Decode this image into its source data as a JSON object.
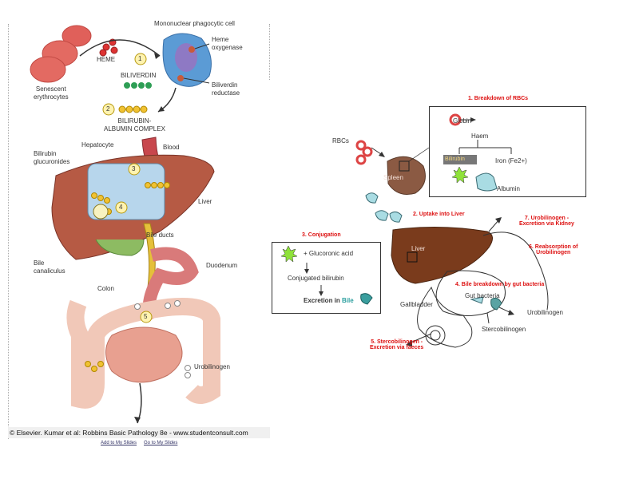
{
  "left": {
    "mononuclear": "Mononuclear phagocytic cell",
    "heme_oxygenase": "Heme\noxygenase",
    "heme": "HEME",
    "step1": "1",
    "biliverdin": "BILIVERDIN",
    "senescent": "Senescent\nerythrocytes",
    "biliverdin_reductase": "Biliverdin\nreductase",
    "step2": "2",
    "bilirubin_albumin": "BILIRUBIN-\nALBUMIN COMPLEX",
    "hepatocyte": "Hepatocyte",
    "blood": "Blood",
    "bilirubin_glucuronides": "Bilirubin\nglucuronides",
    "step3": "3",
    "step4": "4",
    "liver": "Liver",
    "bile_ducts": "Bile ducts",
    "bile_canaliculus": "Bile\ncanaliculus",
    "duodenum": "Duodenum",
    "colon": "Colon",
    "step5": "5",
    "urobilinogen": "Urobilinogen",
    "copyright": "© Elsevier. Kumar et al: Robbins Basic Pathology 8e - www.studentconsult.com",
    "link_add": "Add to My Slides",
    "link_go": "Go to My Slides"
  },
  "right": {
    "title1": "1. Breakdown of RBCs",
    "globin": "Globin",
    "haem": "Haem",
    "bilirubin": "Bilirubin",
    "iron": "Iron (Fe2+)",
    "albumin": "Albumin",
    "rbcs": "RBCs",
    "spleen": "Spleen",
    "title2": "2. Uptake into Liver",
    "title7": "7. Urobilinogen -\nExcretion via Kidney",
    "title3": "3. Conjugation",
    "glucoronic": "+  Glucoronic acid",
    "conjugated": "Conjugated bilirubin",
    "excretion_in": "Excretion in ",
    "bile": "Bile",
    "liver": "Liver",
    "title6": "6. Reabsorption of\nUrobilinogen",
    "title4": "4. Bile breakdown by gut bacteria",
    "gut_bacteria": "Gut bacteria",
    "gallbladder": "Gallbladder",
    "urobilinogen": "Urobilinogen",
    "stercobilinogen": "Stercobilinogen",
    "title5": "5. Stercobilinogen -\nExcretion via faeces"
  },
  "colors": {
    "accent_red": "#dd1111",
    "liver_brown": "#7a3b1c",
    "spleen_brown": "#8b5a43",
    "bilirubin_gold": "#e5b21a",
    "cell_blue": "#5b9bd5"
  }
}
